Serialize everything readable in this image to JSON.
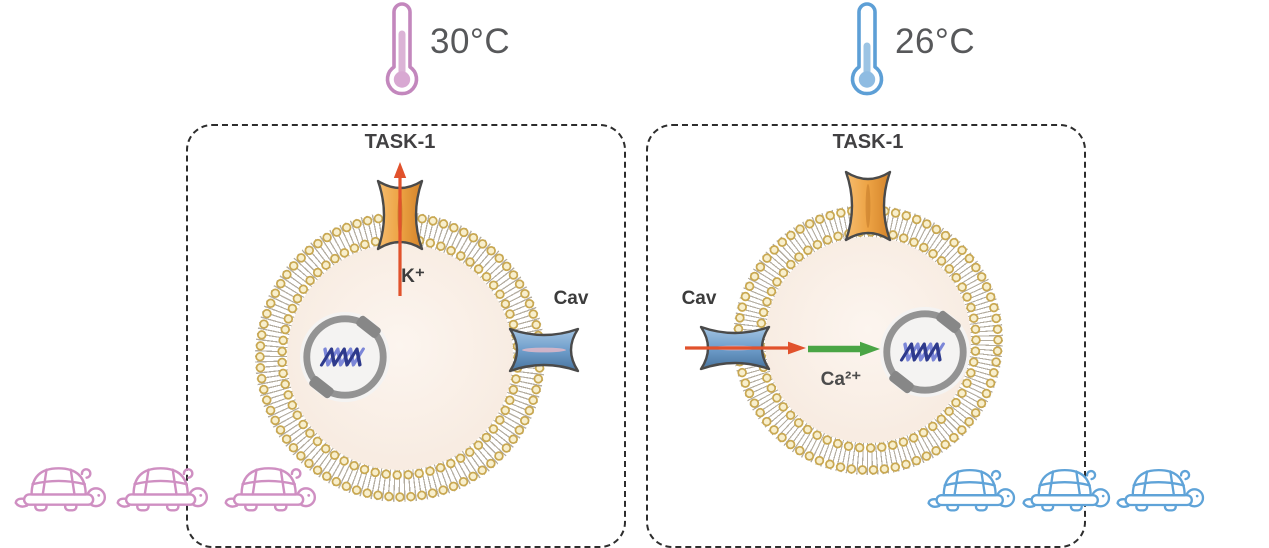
{
  "panels": {
    "warm": {
      "temperature": "30°C",
      "task1_label": "TASK-1",
      "ion_label": "K⁺",
      "cav_label": "Cav"
    },
    "cold": {
      "temperature": "26°C",
      "task1_label": "TASK-1",
      "cav_label": "Cav",
      "ion_label": "Ca²⁺"
    }
  },
  "icons": {
    "thermometer": "thermometer-icon",
    "turtle": "turtle-icon",
    "plasmid": "dna-plasmid-icon",
    "task1_channel": "task1-channel-icon",
    "cav_channel": "cav-channel-icon",
    "efflux_arrow": "k-efflux-arrow-icon",
    "influx_arrow": "ca-influx-arrow-icon",
    "signal_arrow": "ca-signal-arrow-icon"
  },
  "colors": {
    "warm_accent": "#c387bd",
    "cold_accent": "#5d9fd6",
    "task1_channel": "#eda344",
    "cav_channel": "#6f9ecb",
    "efflux_arrow": "#e1522c",
    "influx_arrow": "#e1522c",
    "signal_arrow": "#4aa545",
    "membrane_head": "#c9a851",
    "panel_border": "#2d2d2d"
  }
}
